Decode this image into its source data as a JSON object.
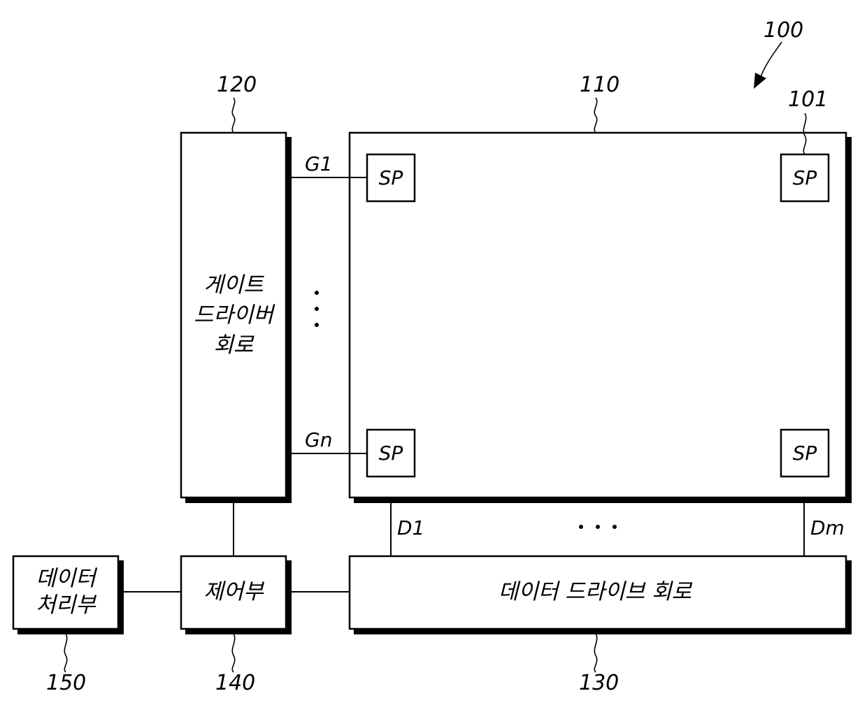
{
  "refs": {
    "system": "100",
    "display_panel": "110",
    "gate_driver": "120",
    "data_driver": "130",
    "controller": "140",
    "data_processor": "150",
    "subpixel": "101"
  },
  "signals": {
    "g1": "G1",
    "gn": "Gn",
    "d1": "D1",
    "dm": "Dm"
  },
  "subpixel_label": "SP",
  "blocks": {
    "gate_driver_lines": [
      "게이트",
      "드라이버",
      "회로"
    ],
    "data_driver": "데이터 드라이브 회로",
    "controller": "제어부",
    "data_processor_lines": [
      "데이터",
      "처리부"
    ]
  }
}
